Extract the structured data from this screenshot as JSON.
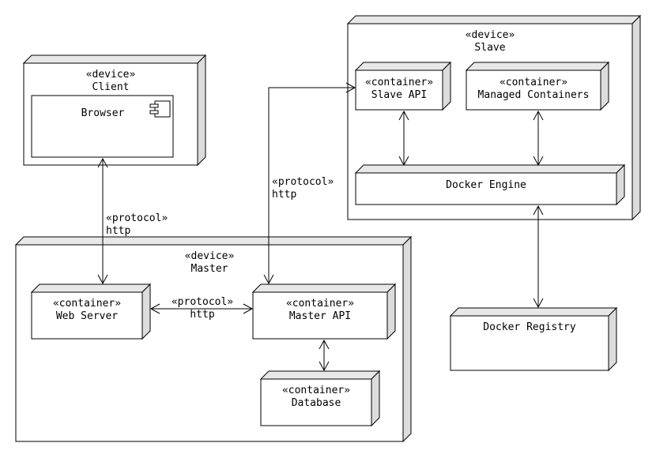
{
  "nodes": {
    "client": {
      "stereotype": "«device»",
      "name": "Client"
    },
    "browser": {
      "name": "Browser"
    },
    "slave": {
      "stereotype": "«device»",
      "name": "Slave"
    },
    "slave_api": {
      "stereotype": "«container»",
      "name": "Slave API"
    },
    "managed": {
      "stereotype": "«container»",
      "name": "Managed Containers"
    },
    "docker_engine": {
      "name": "Docker Engine"
    },
    "master": {
      "stereotype": "«device»",
      "name": "Master"
    },
    "web_server": {
      "stereotype": "«container»",
      "name": "Web Server"
    },
    "master_api": {
      "stereotype": "«container»",
      "name": "Master API"
    },
    "database": {
      "stereotype": "«container»",
      "name": "Database"
    },
    "docker_registry": {
      "name": "Docker Registry"
    }
  },
  "edges": {
    "client_web": {
      "stereotype": "«protocol»",
      "label": "http"
    },
    "master_slave": {
      "stereotype": "«protocol»",
      "label": "http"
    },
    "web_master": {
      "stereotype": "«protocol»",
      "label": "http"
    }
  }
}
